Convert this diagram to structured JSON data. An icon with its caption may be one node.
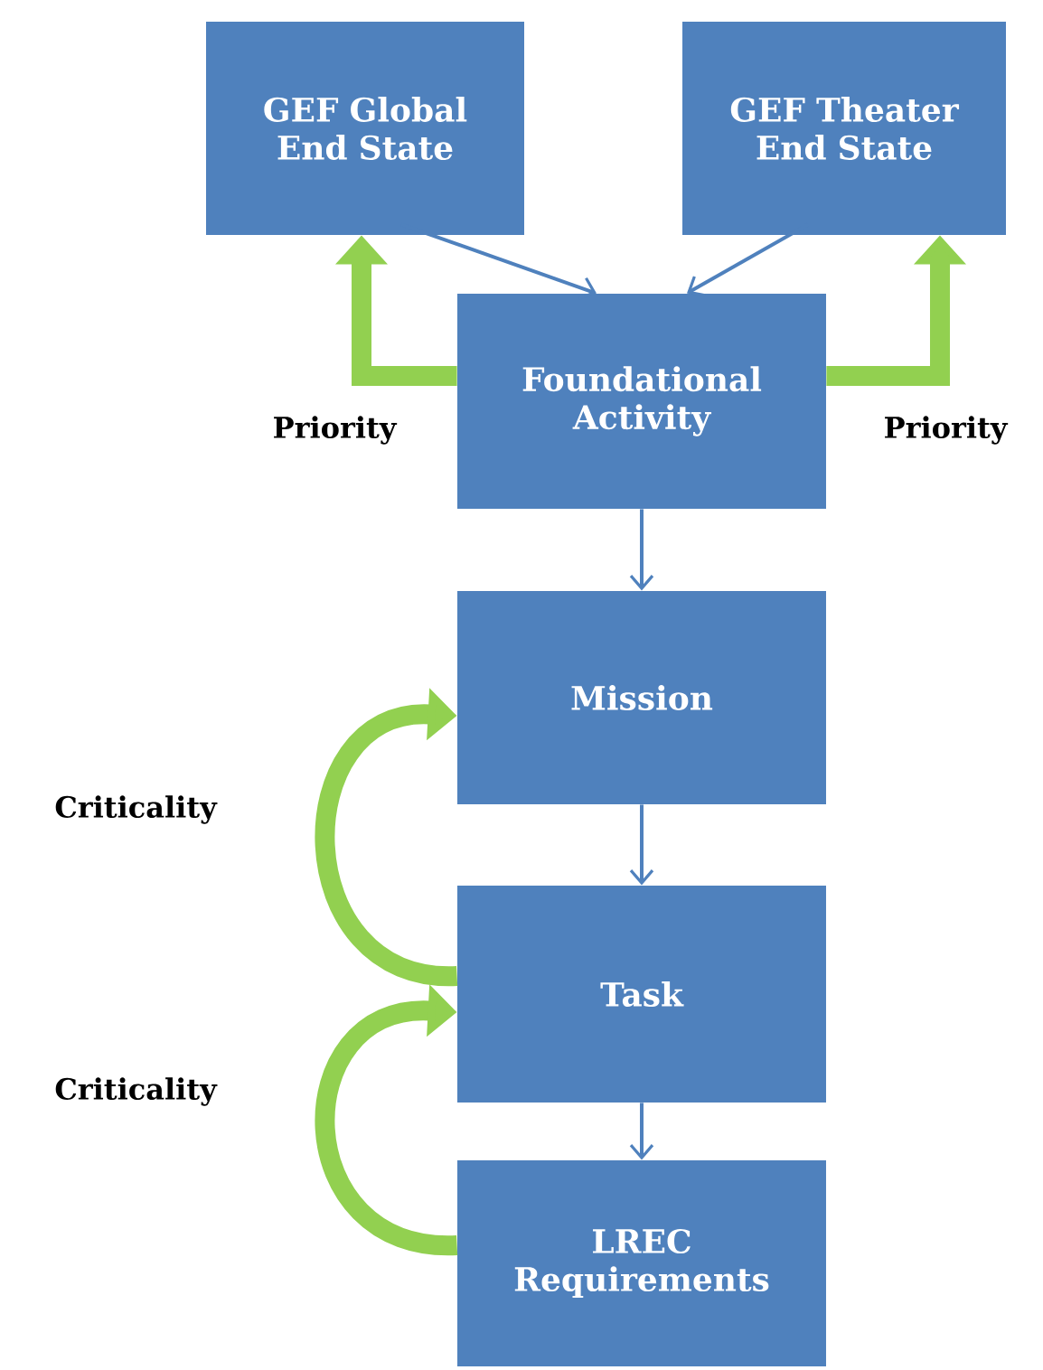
{
  "diagram": {
    "nodes": [
      {
        "text": [
          "GEF Global End State"
        ]
      },
      {
        "text": [
          "GEF Theater End State"
        ]
      },
      {
        "text": [
          "Foundational Activity"
        ]
      },
      {
        "text": [
          "Mission"
        ]
      },
      {
        "text": [
          "Task"
        ]
      },
      {
        "text": [
          "LREC Requirements"
        ]
      }
    ],
    "edges": [
      {
        "from": 0,
        "to": 2,
        "arrow": "to"
      },
      {
        "from": 1,
        "to": 2,
        "arrow": "to"
      },
      {
        "from": 2,
        "to": 0,
        "arrow": "to",
        "label": "Priority",
        "style": "thick",
        "color": "#92d050"
      },
      {
        "from": 2,
        "to": 1,
        "arrow": "to",
        "label": "Priority",
        "style": "thick",
        "color": "#92d050"
      },
      {
        "from": 2,
        "to": 3,
        "arrow": "to"
      },
      {
        "from": 4,
        "to": 3,
        "arrow": "to",
        "label": "Criticality",
        "style": "thick",
        "color": "#92d050"
      },
      {
        "from": 3,
        "to": 4,
        "arrow": "to"
      },
      {
        "from": 5,
        "to": 4,
        "arrow": "to",
        "label": "Criticality",
        "style": "thick",
        "color": "#92d050"
      },
      {
        "from": 4,
        "to": 5,
        "arrow": "to"
      }
    ]
  }
}
